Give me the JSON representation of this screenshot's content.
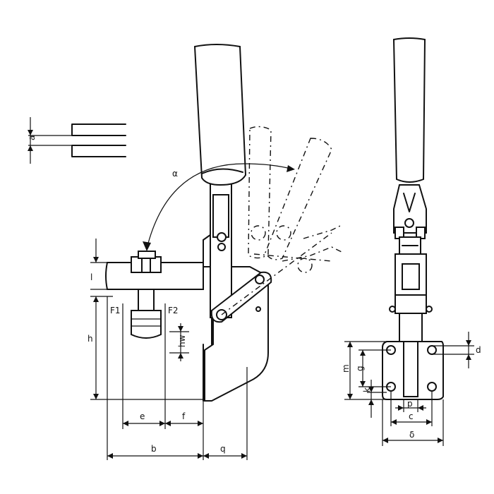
{
  "labels": {
    "a": "a",
    "l": "l",
    "F1": "F1",
    "F2": "F2",
    "h": "h",
    "hw": "hw",
    "e": "e",
    "f": "f",
    "b": "b",
    "q": "q",
    "m": "m",
    "g": "g",
    "k": "k",
    "d": "d",
    "p": "p",
    "c": "c",
    "delta": "δ",
    "alpha": "α"
  }
}
